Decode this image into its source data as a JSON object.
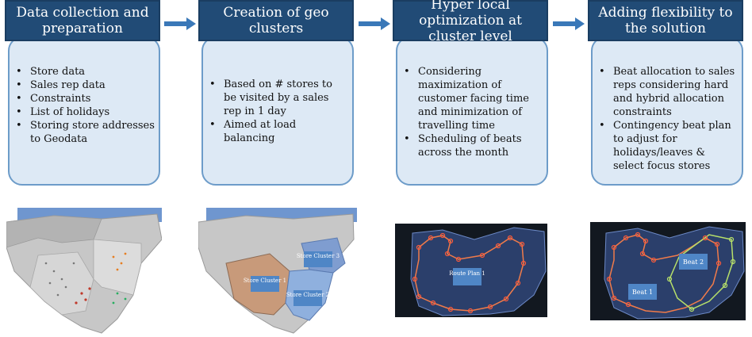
{
  "steps": [
    {
      "title": "Data collection and preparation",
      "bullets": [
        "Store data",
        "Sales rep data",
        "Constraints",
        "List of holidays",
        "Storing store addresses to Geodata"
      ]
    },
    {
      "title": "Creation of geo clusters",
      "bullets": [
        "Based on # stores to be visited by a sales rep in 1 day",
        "Aimed at load balancing"
      ]
    },
    {
      "title": "Hyper local optimization at cluster level",
      "bullets": [
        "Considering maximization of customer facing time and minimization of travelling time",
        "Scheduling of beats across the month"
      ]
    },
    {
      "title": "Adding flexibility to the solution",
      "bullets": [
        "Beat allocation to sales reps considering hard and hybrid allocation constraints",
        "Contingency beat plan to adjust for holidays/leaves & select focus stores"
      ]
    }
  ],
  "maps": {
    "clusters": [
      "Store Cluster 1",
      "Store Cluster 2",
      "Store Cluster 3"
    ],
    "route_label": "Route Plan 1",
    "beats": [
      "Beat 1",
      "Beat 2"
    ]
  },
  "colors": {
    "header": "#214b76",
    "card": "#dde9f5",
    "card_border": "#6d9cc9",
    "arrow": "#3a78b8",
    "map_dark": "#2b3f6b",
    "route": "#f07b4a",
    "beat2": "#b7e06a"
  }
}
